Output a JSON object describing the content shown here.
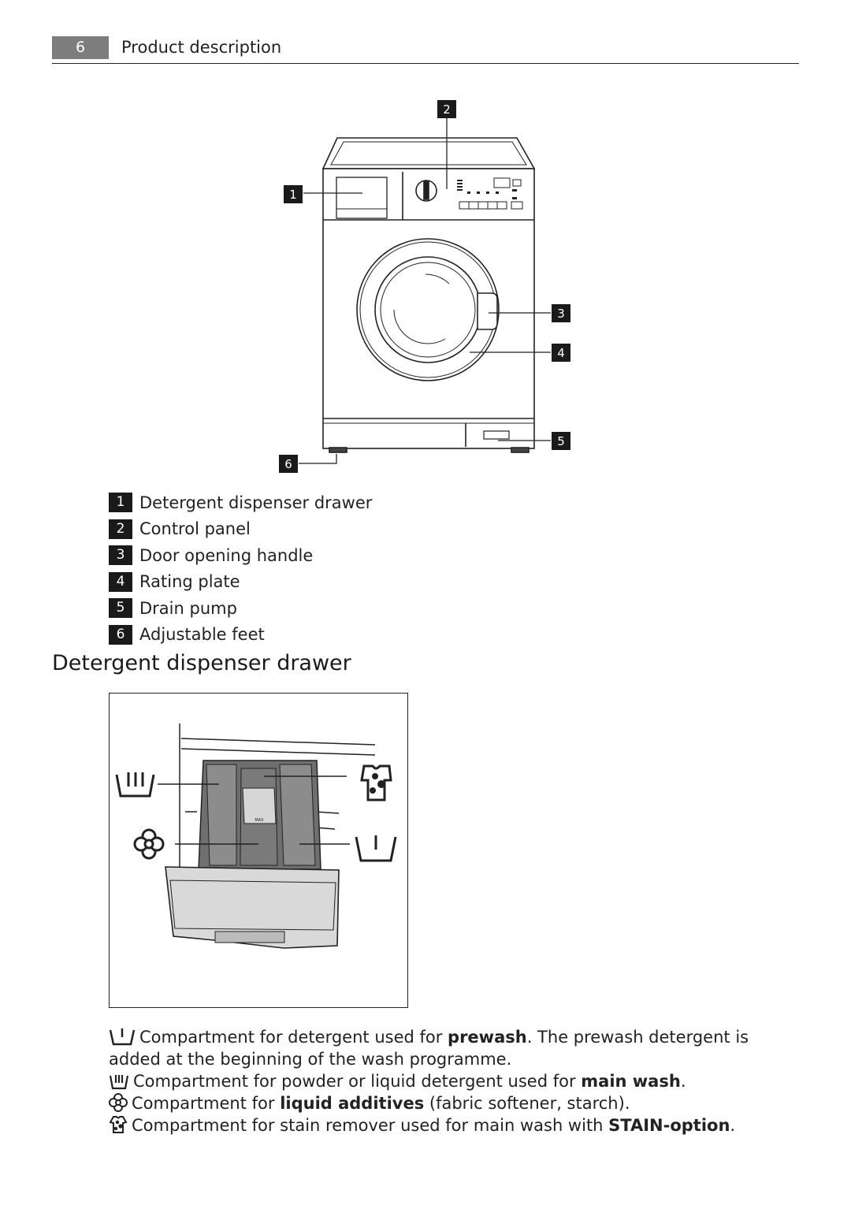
{
  "header": {
    "page_number": "6",
    "section_title": "Product description"
  },
  "figure_callouts": [
    "1",
    "2",
    "3",
    "4",
    "5",
    "6"
  ],
  "legend": [
    {
      "number": "1",
      "label": "Detergent dispenser drawer"
    },
    {
      "number": "2",
      "label": "Control panel"
    },
    {
      "number": "3",
      "label": "Door opening handle"
    },
    {
      "number": "4",
      "label": "Rating plate"
    },
    {
      "number": "5",
      "label": "Drain pump"
    },
    {
      "number": "6",
      "label": "Adjustable feet"
    }
  ],
  "subheading": "Detergent dispenser drawer",
  "drawer_label": "MAX",
  "descriptions": [
    {
      "icon": "prewash-icon",
      "pre": "Compartment for detergent used for ",
      "bold": "prewash",
      "post": ". The prewash detergent is added at the beginning of the wash programme."
    },
    {
      "icon": "main-wash-icon",
      "pre": "Compartment for powder or liquid detergent used for ",
      "bold": "main wash",
      "post": "."
    },
    {
      "icon": "flower-icon",
      "pre": "Compartment for ",
      "bold": "liquid additives",
      "post": " (fabric softener, starch)."
    },
    {
      "icon": "stain-shirt-icon",
      "pre": "Compartment for stain remover used for main wash with ",
      "bold": "STAIN-option",
      "post": "."
    }
  ]
}
